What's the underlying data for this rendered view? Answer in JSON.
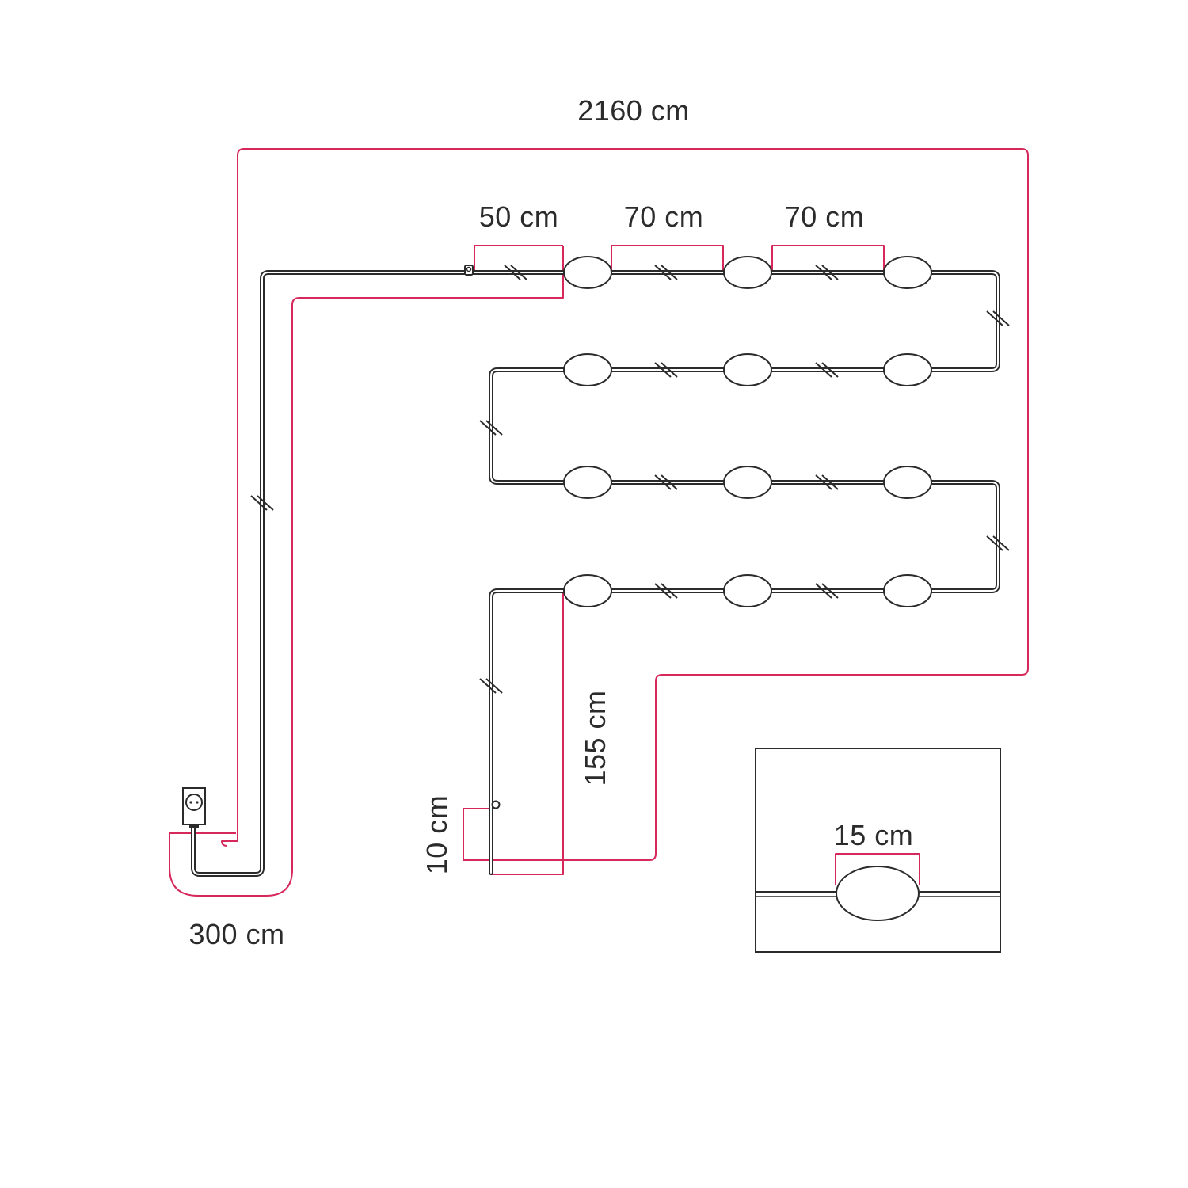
{
  "colors": {
    "cable": "#2b2b2b",
    "dimension": "#d6285b",
    "text": "#2b2b2b",
    "background": "#ffffff"
  },
  "labels": {
    "total_length": "2160 cm",
    "first_spacing": "50 cm",
    "spacing_1": "70 cm",
    "spacing_2": "70 cm",
    "feed_length": "300 cm",
    "tail_length": "155 cm",
    "end_length": "10 cm",
    "detail_bulb": "15 cm"
  },
  "icons": {
    "plug": "socket-plug-icon",
    "end_cap": "end-cap-icon",
    "break": "cable-break-icon"
  }
}
